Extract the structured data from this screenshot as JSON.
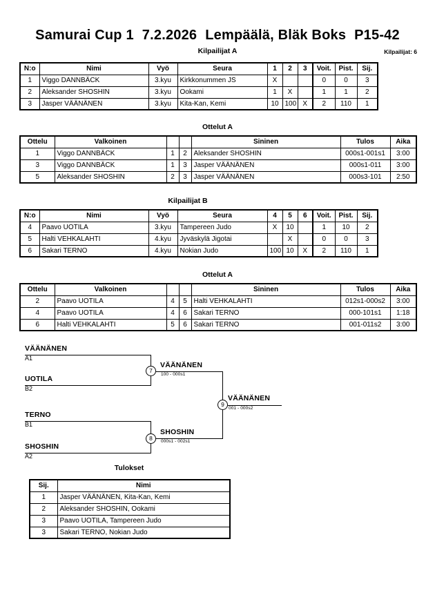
{
  "header": {
    "event": "Samurai Cup 1",
    "date": "7.2.2026",
    "venue": "Lempäälä, Bläk Boks",
    "category": "P15-42",
    "pool_caption": "Kilpailijat A",
    "competitor_count": "Kilpailijat: 6"
  },
  "pool_a": {
    "columns": [
      "N:o",
      "Nimi",
      "Vyö",
      "Seura",
      "1",
      "2",
      "3",
      "Voit.",
      "Pist.",
      "Sij."
    ],
    "rows": [
      {
        "no": "1",
        "name": "Viggo DANNBÄCK",
        "belt": "3.kyu",
        "club": "Kirkkonummen JS",
        "m1": "X",
        "m2": "",
        "m3": "",
        "wins": "0",
        "points": "0",
        "rank": "3"
      },
      {
        "no": "2",
        "name": "Aleksander SHOSHIN",
        "belt": "3.kyu",
        "club": "Ookami",
        "m1": "1",
        "m2": "X",
        "m3": "",
        "wins": "1",
        "points": "1",
        "rank": "2"
      },
      {
        "no": "3",
        "name": "Jasper VÄÄNÄNEN",
        "belt": "3.kyu",
        "club": "Kita-Kan, Kemi",
        "m1": "10",
        "m2": "100",
        "m3": "X",
        "wins": "2",
        "points": "110",
        "rank": "1"
      }
    ]
  },
  "matches_a": {
    "caption": "Ottelut A",
    "columns": [
      "Ottelu",
      "Valkoinen",
      "",
      "",
      "Sininen",
      "Tulos",
      "Aika"
    ],
    "rows": [
      {
        "match": "1",
        "white": "Viggo DANNBÄCK",
        "white_no": "1",
        "blue_no": "2",
        "blue": "Aleksander SHOSHIN",
        "result": "000s1-001s1",
        "time": "3:00",
        "winner": "blue"
      },
      {
        "match": "3",
        "white": "Viggo DANNBÄCK",
        "white_no": "1",
        "blue_no": "3",
        "blue": "Jasper VÄÄNÄNEN",
        "result": "000s1-011",
        "time": "3:00",
        "winner": "blue"
      },
      {
        "match": "5",
        "white": "Aleksander SHOSHIN",
        "white_no": "2",
        "blue_no": "3",
        "blue": "Jasper VÄÄNÄNEN",
        "result": "000s3-101",
        "time": "2:50",
        "winner": "blue"
      }
    ]
  },
  "pool_b": {
    "caption": "Kilpailijat B",
    "columns": [
      "N:o",
      "Nimi",
      "Vyö",
      "Seura",
      "4",
      "5",
      "6",
      "Voit.",
      "Pist.",
      "Sij."
    ],
    "rows": [
      {
        "no": "4",
        "name": "Paavo UOTILA",
        "belt": "3.kyu",
        "club": "Tampereen Judo",
        "m1": "X",
        "m2": "10",
        "m3": "",
        "wins": "1",
        "points": "10",
        "rank": "2"
      },
      {
        "no": "5",
        "name": "Halti VEHKALAHTI",
        "belt": "4.kyu",
        "club": "Jyväskylä Jigotai",
        "m1": "",
        "m2": "X",
        "m3": "",
        "wins": "0",
        "points": "0",
        "rank": "3"
      },
      {
        "no": "6",
        "name": "Sakari TERNO",
        "belt": "4.kyu",
        "club": "Nokian Judo",
        "m1": "100",
        "m2": "10",
        "m3": "X",
        "wins": "2",
        "points": "110",
        "rank": "1"
      }
    ]
  },
  "matches_b": {
    "caption": "Ottelut A",
    "columns": [
      "Ottelu",
      "Valkoinen",
      "",
      "",
      "Sininen",
      "Tulos",
      "Aika"
    ],
    "rows": [
      {
        "match": "2",
        "white": "Paavo UOTILA",
        "white_no": "4",
        "blue_no": "5",
        "blue": "Halti VEHKALAHTI",
        "result": "012s1-000s2",
        "time": "3:00",
        "winner": "white"
      },
      {
        "match": "4",
        "white": "Paavo UOTILA",
        "white_no": "4",
        "blue_no": "6",
        "blue": "Sakari TERNO",
        "result": "000-101s1",
        "time": "1:18",
        "winner": "blue"
      },
      {
        "match": "6",
        "white": "Halti VEHKALAHTI",
        "white_no": "5",
        "blue_no": "6",
        "blue": "Sakari TERNO",
        "result": "001-011s2",
        "time": "3:00",
        "winner": "blue"
      }
    ]
  },
  "bracket": {
    "entrants": [
      {
        "name": "VÄÄNÄNEN",
        "seed": "A1"
      },
      {
        "name": "UOTILA",
        "seed": "B2"
      },
      {
        "name": "TERNO",
        "seed": "B1"
      },
      {
        "name": "SHOSHIN",
        "seed": "A2"
      }
    ],
    "semifinals": [
      {
        "number": "7",
        "winner": "VÄÄNÄNEN",
        "score": "100 - 000s1"
      },
      {
        "number": "8",
        "winner": "SHOSHIN",
        "score": "000s1 - 002s1"
      }
    ],
    "final": {
      "number": "9",
      "winner": "VÄÄNÄNEN",
      "score": "001 - 000s2"
    }
  },
  "results": {
    "caption": "Tulokset",
    "columns": [
      "Sij.",
      "Nimi"
    ],
    "rows": [
      {
        "rank": "1",
        "name": "Jasper VÄÄNÄNEN, Kita-Kan, Kemi"
      },
      {
        "rank": "2",
        "name": "Aleksander SHOSHIN, Ookami"
      },
      {
        "rank": "3",
        "name": "Paavo UOTILA, Tampereen Judo"
      },
      {
        "rank": "3",
        "name": "Sakari TERNO, Nokian Judo"
      }
    ]
  }
}
